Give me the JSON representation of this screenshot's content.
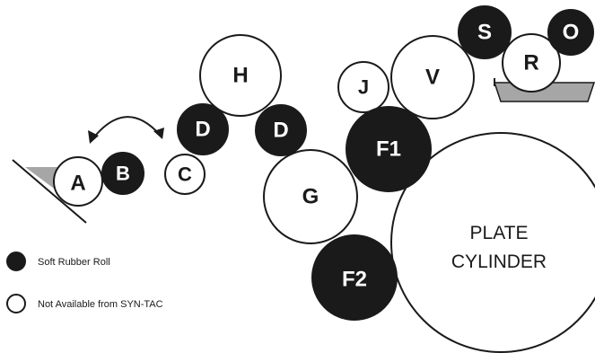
{
  "rolls": {
    "A": "A",
    "B": "B",
    "C": "C",
    "D1": "D",
    "D2": "D",
    "H": "H",
    "J": "J",
    "V": "V",
    "S": "S",
    "O": "O",
    "R": "R",
    "F1": "F1",
    "G": "G",
    "F2": "F2"
  },
  "plate_cylinder": {
    "line1": "PLATE",
    "line2": "CYLINDER"
  },
  "legend": {
    "soft_rubber": "Soft Rubber Roll",
    "not_available": "Not Available from SYN-TAC"
  },
  "colors": {
    "dark": "#1a1a1a",
    "tray_fill": "#a6a6a6",
    "background": "#ffffff"
  }
}
